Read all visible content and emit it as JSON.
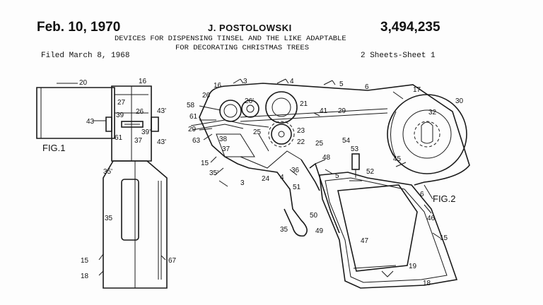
{
  "header": {
    "date": "Feb. 10, 1970",
    "inventor": "J. POSTOLOWSKI",
    "patent_number": "3,494,235",
    "title_line1": "DEVICES FOR DISPENSING TINSEL AND THE LIKE ADAPTABLE",
    "title_line2": "FOR DECORATING CHRISTMAS TREES",
    "filed": "Filed March 8, 1968",
    "sheets": "2 Sheets-Sheet 1"
  },
  "fig1": {
    "caption": "FIG.1",
    "labels": [
      "20",
      "16",
      "27",
      "39",
      "26",
      "43'",
      "43",
      "61",
      "37",
      "39'",
      "43'",
      "35'",
      "35",
      "15",
      "18",
      "67"
    ]
  },
  "fig2": {
    "caption": "FIG.2",
    "labels": [
      "3",
      "16",
      "26",
      "58",
      "61",
      "29",
      "63",
      "38",
      "37",
      "15",
      "35'",
      "3",
      "26'",
      "4",
      "21",
      "41",
      "29",
      "25",
      "23",
      "22",
      "24",
      "4",
      "36",
      "25",
      "54",
      "48",
      "53",
      "5",
      "52",
      "51",
      "50",
      "49",
      "35",
      "47",
      "5",
      "6",
      "17",
      "30",
      "32",
      "45",
      "6",
      "46",
      "15",
      "19",
      "18"
    ]
  }
}
